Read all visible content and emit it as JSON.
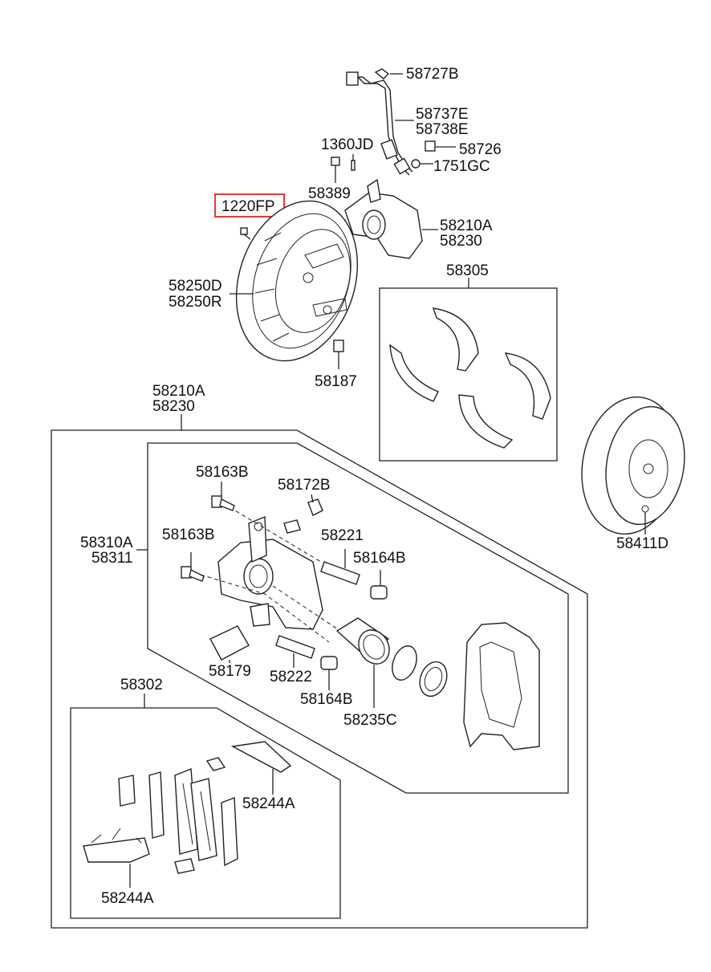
{
  "colors": {
    "highlight_box": "#e53935",
    "line": "#222222",
    "text": "#111111"
  },
  "labels": {
    "p58727B": "58727B",
    "p58737E": "58737E",
    "p58738E": "58738E",
    "p1360JD": "1360JD",
    "p58726": "58726",
    "p1751GC": "1751GC",
    "p58389": "58389",
    "p1220FP": "1220FP",
    "p58210A_top": "58210A",
    "p58230_top": "58230",
    "p58250D": "58250D",
    "p58250R": "58250R",
    "p58305": "58305",
    "p58187": "58187",
    "p58210A_mid": "58210A",
    "p58230_mid": "58230",
    "p58163B_a": "58163B",
    "p58172B": "58172B",
    "p58310A": "58310A",
    "p58311": "58311",
    "p58163B_b": "58163B",
    "p58221": "58221",
    "p58164B_a": "58164B",
    "p58411D": "58411D",
    "p58179": "58179",
    "p58222": "58222",
    "p58164B_b": "58164B",
    "p58235C": "58235C",
    "p58302": "58302",
    "p58244A_a": "58244A",
    "p58244A_b": "58244A"
  }
}
